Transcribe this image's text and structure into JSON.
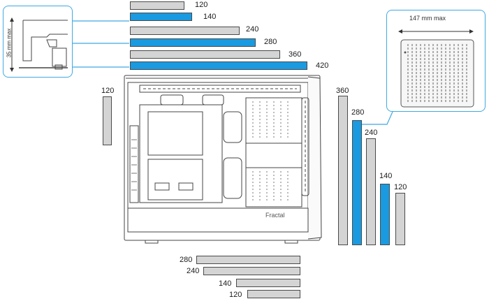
{
  "top_radiators": [
    {
      "label": "120",
      "color": "gray"
    },
    {
      "label": "140",
      "color": "blue"
    },
    {
      "label": "240",
      "color": "gray"
    },
    {
      "label": "280",
      "color": "blue"
    },
    {
      "label": "360",
      "color": "gray"
    },
    {
      "label": "420",
      "color": "blue"
    }
  ],
  "rear_radiator": {
    "label": "120",
    "color": "gray"
  },
  "front_radiators": [
    {
      "label": "360",
      "color": "gray"
    },
    {
      "label": "280",
      "color": "blue"
    },
    {
      "label": "240",
      "color": "gray"
    },
    {
      "label": "140",
      "color": "blue"
    },
    {
      "label": "120",
      "color": "gray"
    }
  ],
  "bottom_radiators": [
    {
      "label": "280",
      "color": "gray"
    },
    {
      "label": "240",
      "color": "gray"
    },
    {
      "label": "140",
      "color": "gray"
    },
    {
      "label": "120",
      "color": "gray"
    }
  ],
  "top_clearance": "35 mm max",
  "front_clearance": "147 mm max",
  "case_brand": "Fractal",
  "colors": {
    "blue": "#1a9ae0",
    "gray": "#d4d4d4",
    "outline": "#4a4a4a",
    "callout": "#3fa9e0"
  }
}
